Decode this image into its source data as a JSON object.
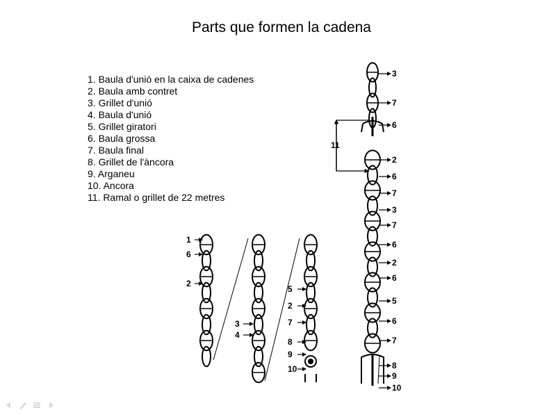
{
  "slide": {
    "title": "Parts que formen la cadena",
    "legend": [
      "1. Baula d'unió en la caixa de cadenes",
      "2. Baula amb contret",
      "3. Grillet d'unió",
      "4. Baula d'unió",
      "5. Grillet giratori",
      "6. Baula grossa",
      "7. Baula final",
      "8. Grillet de l'àncora",
      "9. Arganeu",
      "10. Ancora",
      "11. Ramal o grillet de 22 metres"
    ]
  },
  "diagram": {
    "right_callouts": [
      "3",
      "7",
      "6",
      "2",
      "6",
      "7",
      "3",
      "7",
      "6",
      "2",
      "6",
      "5",
      "6",
      "7",
      "8",
      "9",
      "10"
    ],
    "span_label": "11",
    "chain1_callouts": [
      "1",
      "6",
      "2"
    ],
    "chain2_callouts": [
      "3",
      "4"
    ],
    "chain3_callouts": [
      "5",
      "2",
      "7",
      "8",
      "9",
      "10"
    ]
  },
  "controls": {
    "icons": [
      "arrow-left-icon",
      "pen-icon",
      "menu-icon",
      "arrow-right-icon"
    ]
  }
}
